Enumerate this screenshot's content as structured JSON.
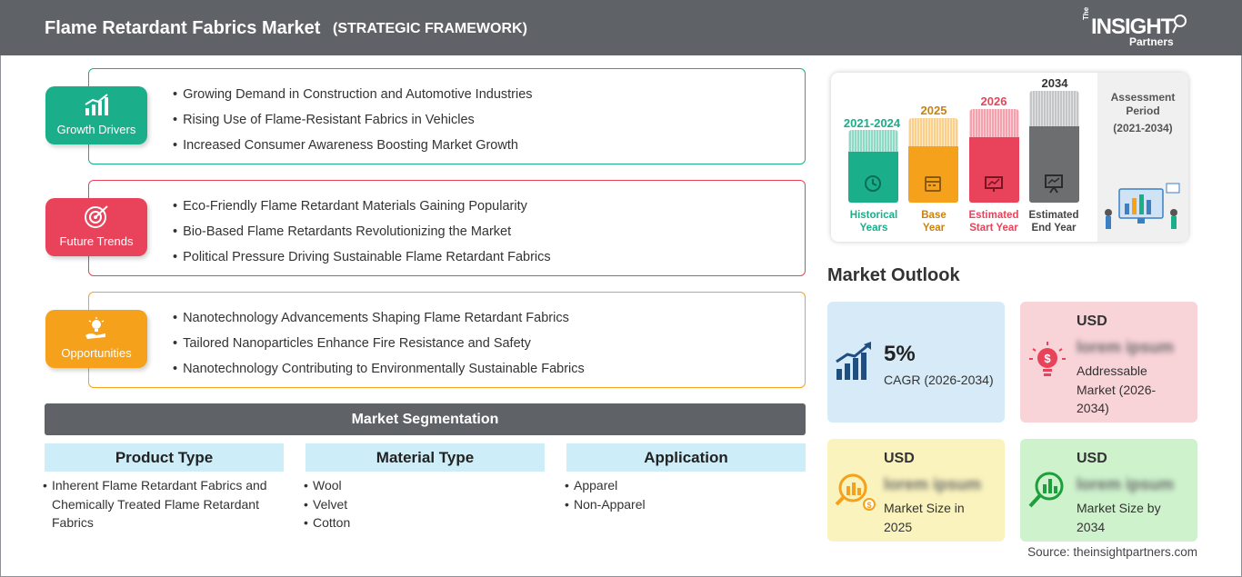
{
  "header": {
    "title": "Flame Retardant Fabrics Market",
    "subtitle": "(STRATEGIC FRAMEWORK)",
    "logo": {
      "the": "The",
      "insight": "INSIGHT",
      "partners": "Partners"
    }
  },
  "cards": [
    {
      "label": "Growth Drivers",
      "color": "#1aae8a",
      "icon": "bar-growth-icon",
      "items": [
        "Growing Demand in Construction and Automotive Industries",
        "Rising Use of Flame-Resistant Fabrics in Vehicles",
        "Increased Consumer Awareness Boosting Market Growth"
      ]
    },
    {
      "label": "Future Trends",
      "color": "#e8435a",
      "icon": "target-icon",
      "items": [
        "Eco-Friendly Flame Retardant Materials Gaining Popularity",
        "Bio-Based Flame Retardants Revolutionizing the Market",
        "Political Pressure Driving Sustainable Flame Retardant Fabrics"
      ]
    },
    {
      "label": "Opportunities",
      "color": "#f5a11b",
      "icon": "lightbulb-hand-icon",
      "items": [
        "Nanotechnology Advancements Shaping Flame Retardant Fabrics",
        "Tailored Nanoparticles Enhance Fire Resistance and Safety",
        "Nanotechnology Contributing to Environmentally Sustainable Fabrics"
      ]
    }
  ],
  "segmentation": {
    "title": "Market Segmentation",
    "columns": [
      {
        "heading": "Product Type",
        "items": [
          "Inherent Flame Retardant Fabrics and",
          "Chemically Treated Flame Retardant",
          "Fabrics"
        ]
      },
      {
        "heading": "Material Type",
        "items": [
          "Wool",
          "Velvet",
          "Cotton"
        ]
      },
      {
        "heading": "Application",
        "items": [
          "Apparel",
          "Non-Apparel"
        ]
      }
    ]
  },
  "timeline": {
    "columns": [
      {
        "year": "2021-2024",
        "label1": "Historical",
        "label2": "Years",
        "color": "#1aae8a",
        "icon": "history-icon"
      },
      {
        "year": "2025",
        "label1": "Base",
        "label2": "Year",
        "color": "#f5a11b",
        "icon": "calendar-icon"
      },
      {
        "year": "2026",
        "label1": "Estimated",
        "label2": "Start Year",
        "color": "#e8435a",
        "icon": "chart-screen-icon"
      },
      {
        "year": "2034",
        "label1": "Estimated",
        "label2": "End Year",
        "color": "#6d6e70",
        "icon": "presentation-icon"
      }
    ],
    "assessment_line1": "Assessment",
    "assessment_line2": "Period",
    "assessment_range": "(2021-2034)"
  },
  "outlook": {
    "title": "Market Outlook",
    "cagr": {
      "value": "5%",
      "label": "CAGR (2026-2034)",
      "bg": "#d6ebf7",
      "icon": "growth-chart-icon"
    },
    "addressable": {
      "usd": "USD",
      "value": "lorem ipsum",
      "line1": "Addressable",
      "line2": "Market (2026-",
      "line3": "2034)",
      "bg": "#f8d3d8",
      "icon": "money-bulb-icon"
    },
    "size2025": {
      "usd": "USD",
      "value": "lorem ipsum",
      "line1": "Market Size in",
      "line2": "2025",
      "bg": "#faf3bd",
      "icon": "magnifier-coin-icon"
    },
    "size2034": {
      "usd": "USD",
      "value": "lorem ipsum",
      "line1": "Market Size by",
      "line2": "2034",
      "bg": "#cdf2cc",
      "icon": "magnifier-chart-icon"
    }
  },
  "source": "Source: theinsightpartners.com"
}
